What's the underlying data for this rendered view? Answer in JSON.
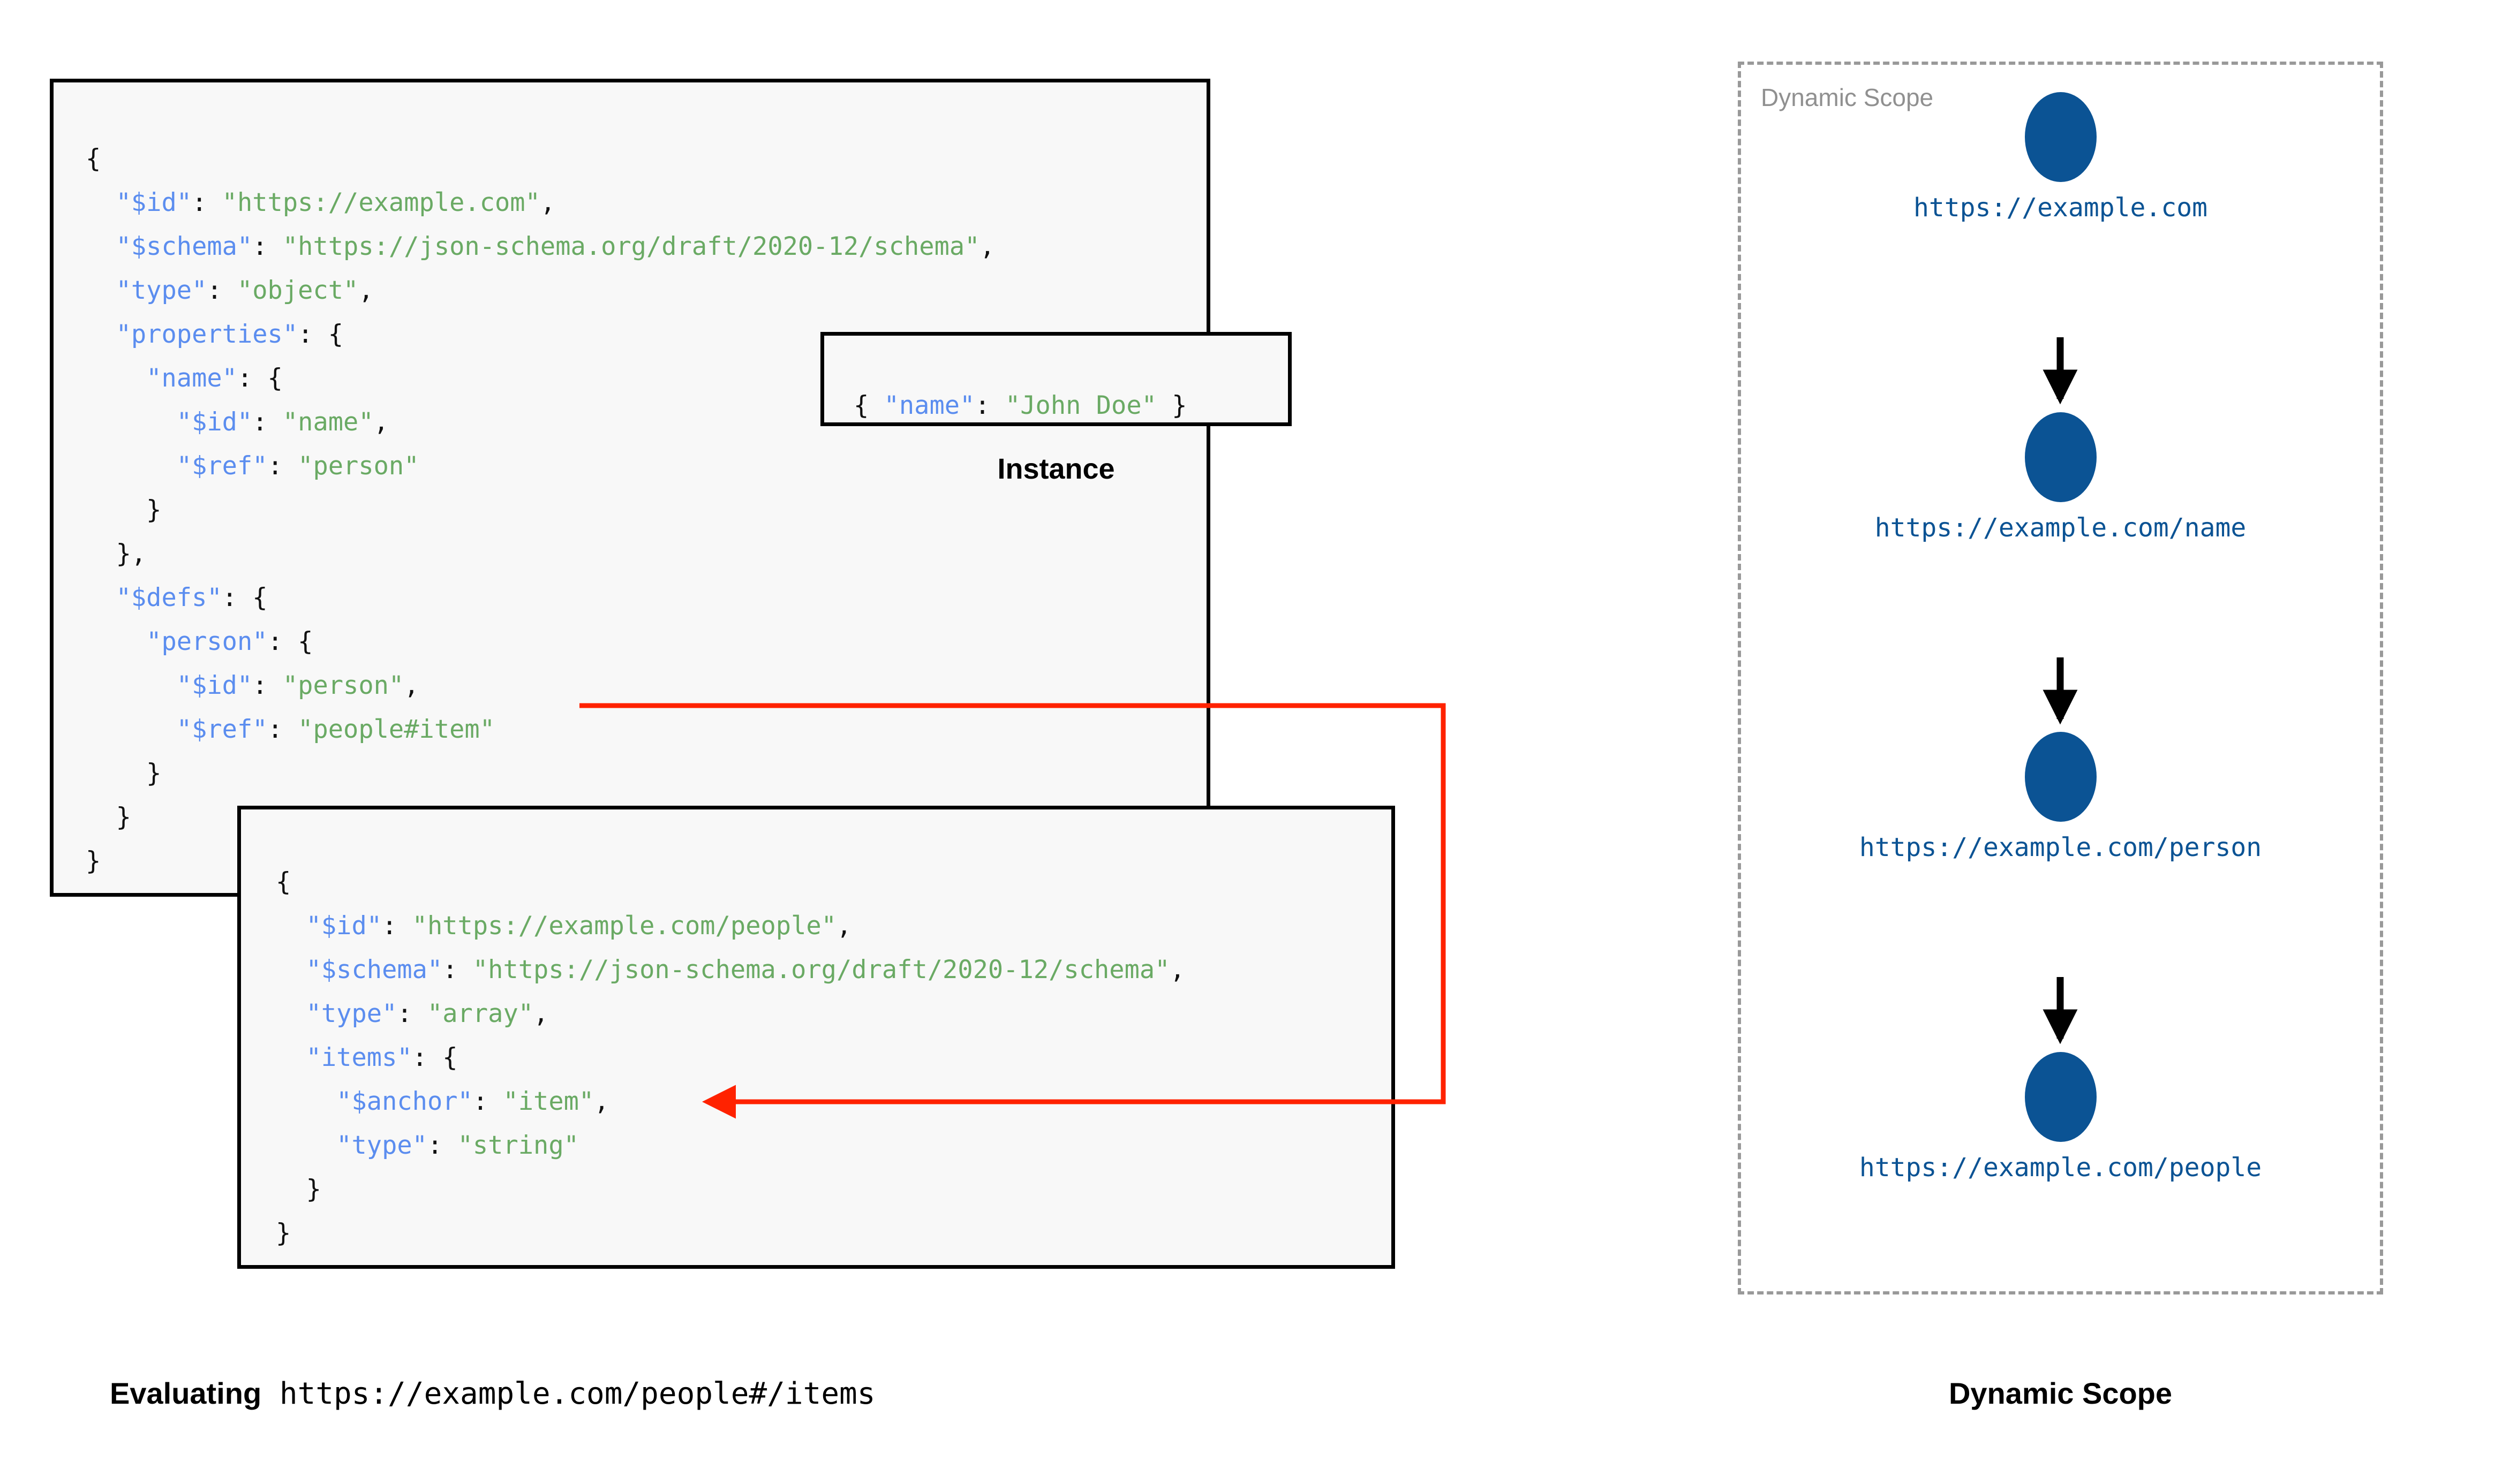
{
  "main_schema": {
    "lines": [
      [
        {
          "t": "{",
          "c": "p"
        }
      ],
      [
        {
          "t": "  ",
          "c": "p"
        },
        {
          "t": "\"$id\"",
          "c": "k"
        },
        {
          "t": ": ",
          "c": "p"
        },
        {
          "t": "\"https://example.com\"",
          "c": "v"
        },
        {
          "t": ",",
          "c": "p"
        }
      ],
      [
        {
          "t": "  ",
          "c": "p"
        },
        {
          "t": "\"$schema\"",
          "c": "k"
        },
        {
          "t": ": ",
          "c": "p"
        },
        {
          "t": "\"https://json-schema.org/draft/2020-12/schema\"",
          "c": "v"
        },
        {
          "t": ",",
          "c": "p"
        }
      ],
      [
        {
          "t": "  ",
          "c": "p"
        },
        {
          "t": "\"type\"",
          "c": "k"
        },
        {
          "t": ": ",
          "c": "p"
        },
        {
          "t": "\"object\"",
          "c": "v"
        },
        {
          "t": ",",
          "c": "p"
        }
      ],
      [
        {
          "t": "  ",
          "c": "p"
        },
        {
          "t": "\"properties\"",
          "c": "k"
        },
        {
          "t": ": {",
          "c": "p"
        }
      ],
      [
        {
          "t": "    ",
          "c": "p"
        },
        {
          "t": "\"name\"",
          "c": "k"
        },
        {
          "t": ": {",
          "c": "p"
        }
      ],
      [
        {
          "t": "      ",
          "c": "p"
        },
        {
          "t": "\"$id\"",
          "c": "k"
        },
        {
          "t": ": ",
          "c": "p"
        },
        {
          "t": "\"name\"",
          "c": "v"
        },
        {
          "t": ",",
          "c": "p"
        }
      ],
      [
        {
          "t": "      ",
          "c": "p"
        },
        {
          "t": "\"$ref\"",
          "c": "k"
        },
        {
          "t": ": ",
          "c": "p"
        },
        {
          "t": "\"person\"",
          "c": "v"
        }
      ],
      [
        {
          "t": "    }",
          "c": "p"
        }
      ],
      [
        {
          "t": "  },",
          "c": "p"
        }
      ],
      [
        {
          "t": "  ",
          "c": "p"
        },
        {
          "t": "\"$defs\"",
          "c": "k"
        },
        {
          "t": ": {",
          "c": "p"
        }
      ],
      [
        {
          "t": "    ",
          "c": "p"
        },
        {
          "t": "\"person\"",
          "c": "k"
        },
        {
          "t": ": {",
          "c": "p"
        }
      ],
      [
        {
          "t": "      ",
          "c": "p"
        },
        {
          "t": "\"$id\"",
          "c": "k"
        },
        {
          "t": ": ",
          "c": "p"
        },
        {
          "t": "\"person\"",
          "c": "v"
        },
        {
          "t": ",",
          "c": "p"
        }
      ],
      [
        {
          "t": "      ",
          "c": "p"
        },
        {
          "t": "\"$ref\"",
          "c": "k"
        },
        {
          "t": ": ",
          "c": "p"
        },
        {
          "t": "\"people#item\"",
          "c": "v"
        }
      ],
      [
        {
          "t": "    }",
          "c": "p"
        }
      ],
      [
        {
          "t": "  }",
          "c": "p"
        }
      ],
      [
        {
          "t": "}",
          "c": "p"
        }
      ]
    ]
  },
  "instance": {
    "label": "Instance",
    "lines": [
      [
        {
          "t": "{ ",
          "c": "p"
        },
        {
          "t": "\"name\"",
          "c": "k"
        },
        {
          "t": ": ",
          "c": "p"
        },
        {
          "t": "\"John Doe\"",
          "c": "v"
        },
        {
          "t": " }",
          "c": "p"
        }
      ]
    ]
  },
  "people_schema": {
    "lines": [
      [
        {
          "t": "{",
          "c": "p"
        }
      ],
      [
        {
          "t": "  ",
          "c": "p"
        },
        {
          "t": "\"$id\"",
          "c": "k"
        },
        {
          "t": ": ",
          "c": "p"
        },
        {
          "t": "\"https://example.com/people\"",
          "c": "v"
        },
        {
          "t": ",",
          "c": "p"
        }
      ],
      [
        {
          "t": "  ",
          "c": "p"
        },
        {
          "t": "\"$schema\"",
          "c": "k"
        },
        {
          "t": ": ",
          "c": "p"
        },
        {
          "t": "\"https://json-schema.org/draft/2020-12/schema\"",
          "c": "v"
        },
        {
          "t": ",",
          "c": "p"
        }
      ],
      [
        {
          "t": "  ",
          "c": "p"
        },
        {
          "t": "\"type\"",
          "c": "k"
        },
        {
          "t": ": ",
          "c": "p"
        },
        {
          "t": "\"array\"",
          "c": "v"
        },
        {
          "t": ",",
          "c": "p"
        }
      ],
      [
        {
          "t": "  ",
          "c": "p"
        },
        {
          "t": "\"items\"",
          "c": "k"
        },
        {
          "t": ": {",
          "c": "p"
        }
      ],
      [
        {
          "t": "    ",
          "c": "p"
        },
        {
          "t": "\"$anchor\"",
          "c": "k"
        },
        {
          "t": ": ",
          "c": "p"
        },
        {
          "t": "\"item\"",
          "c": "v"
        },
        {
          "t": ",",
          "c": "p"
        }
      ],
      [
        {
          "t": "    ",
          "c": "p"
        },
        {
          "t": "\"type\"",
          "c": "k"
        },
        {
          "t": ": ",
          "c": "p"
        },
        {
          "t": "\"string\"",
          "c": "v"
        }
      ],
      [
        {
          "t": "  }",
          "c": "p"
        }
      ],
      [
        {
          "t": "}",
          "c": "p"
        }
      ]
    ]
  },
  "dynamic_scope": {
    "title": "Dynamic Scope",
    "caption": "Dynamic Scope",
    "nodes": [
      {
        "label": "https://example.com"
      },
      {
        "label": "https://example.com/name"
      },
      {
        "label": "https://example.com/person"
      },
      {
        "label": "https://example.com/people"
      }
    ]
  },
  "evaluating_caption": {
    "prefix": "Evaluating",
    "uri": "https://example.com/people#/items"
  },
  "colors": {
    "node_blue": "#0b5394",
    "json_key": "#5b8def",
    "json_value": "#6aaa64",
    "ref_arrow_red": "#ff2200",
    "scope_border_gray": "#999999",
    "box_fill": "#f8f8f8",
    "box_border": "#000000"
  }
}
